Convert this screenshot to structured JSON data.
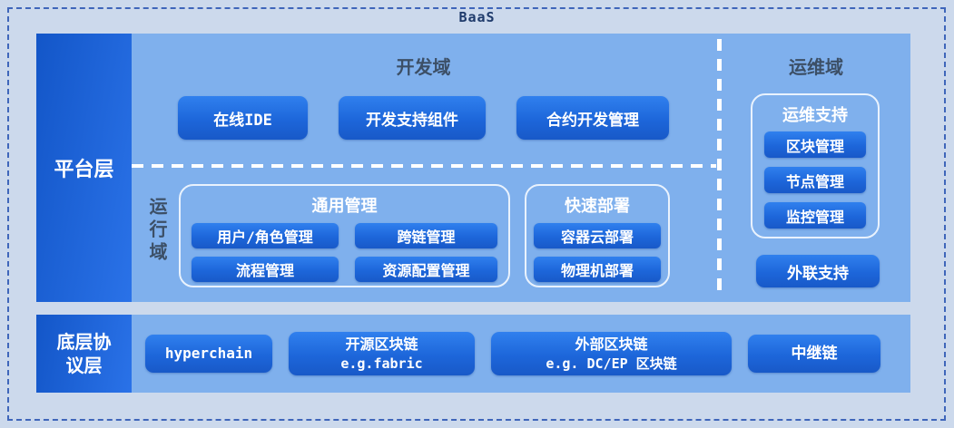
{
  "title": "BaaS",
  "colors": {
    "canvas_bg": "#ccd9ec",
    "frame_border": "#3f66ba",
    "panel_bg": "#7fb0ed",
    "deep_label_gradient_start": "#1356c8",
    "deep_label_gradient_end": "#2a72e8",
    "button_gradient_top": "#3080ee",
    "button_gradient_bottom": "#1859c8",
    "domain_title_text": "#3c4f66",
    "button_text": "#ffffff",
    "group_outline": "#e9f2fd"
  },
  "platform": {
    "label": "平台层",
    "dev": {
      "title": "开发域",
      "buttons": [
        "在线IDE",
        "开发支持组件",
        "合约开发管理"
      ]
    },
    "run": {
      "label": "运行域",
      "groups": [
        {
          "title": "通用管理",
          "buttons": [
            "用户/角色管理",
            "跨链管理",
            "流程管理",
            "资源配置管理"
          ]
        },
        {
          "title": "快速部署",
          "buttons": [
            "容器云部署",
            "物理机部署"
          ]
        }
      ]
    },
    "ops": {
      "title": "运维域",
      "group": {
        "title": "运维支持",
        "buttons": [
          "区块管理",
          "节点管理",
          "监控管理"
        ]
      },
      "external_button": "外联支持"
    }
  },
  "protocol": {
    "label": "底层协\n议层",
    "buttons": [
      {
        "line1": "hyperchain",
        "line2": ""
      },
      {
        "line1": "开源区块链",
        "line2": "e.g.fabric"
      },
      {
        "line1": "外部区块链",
        "line2": "e.g. DC/EP 区块链"
      },
      {
        "line1": "中继链",
        "line2": ""
      }
    ]
  }
}
